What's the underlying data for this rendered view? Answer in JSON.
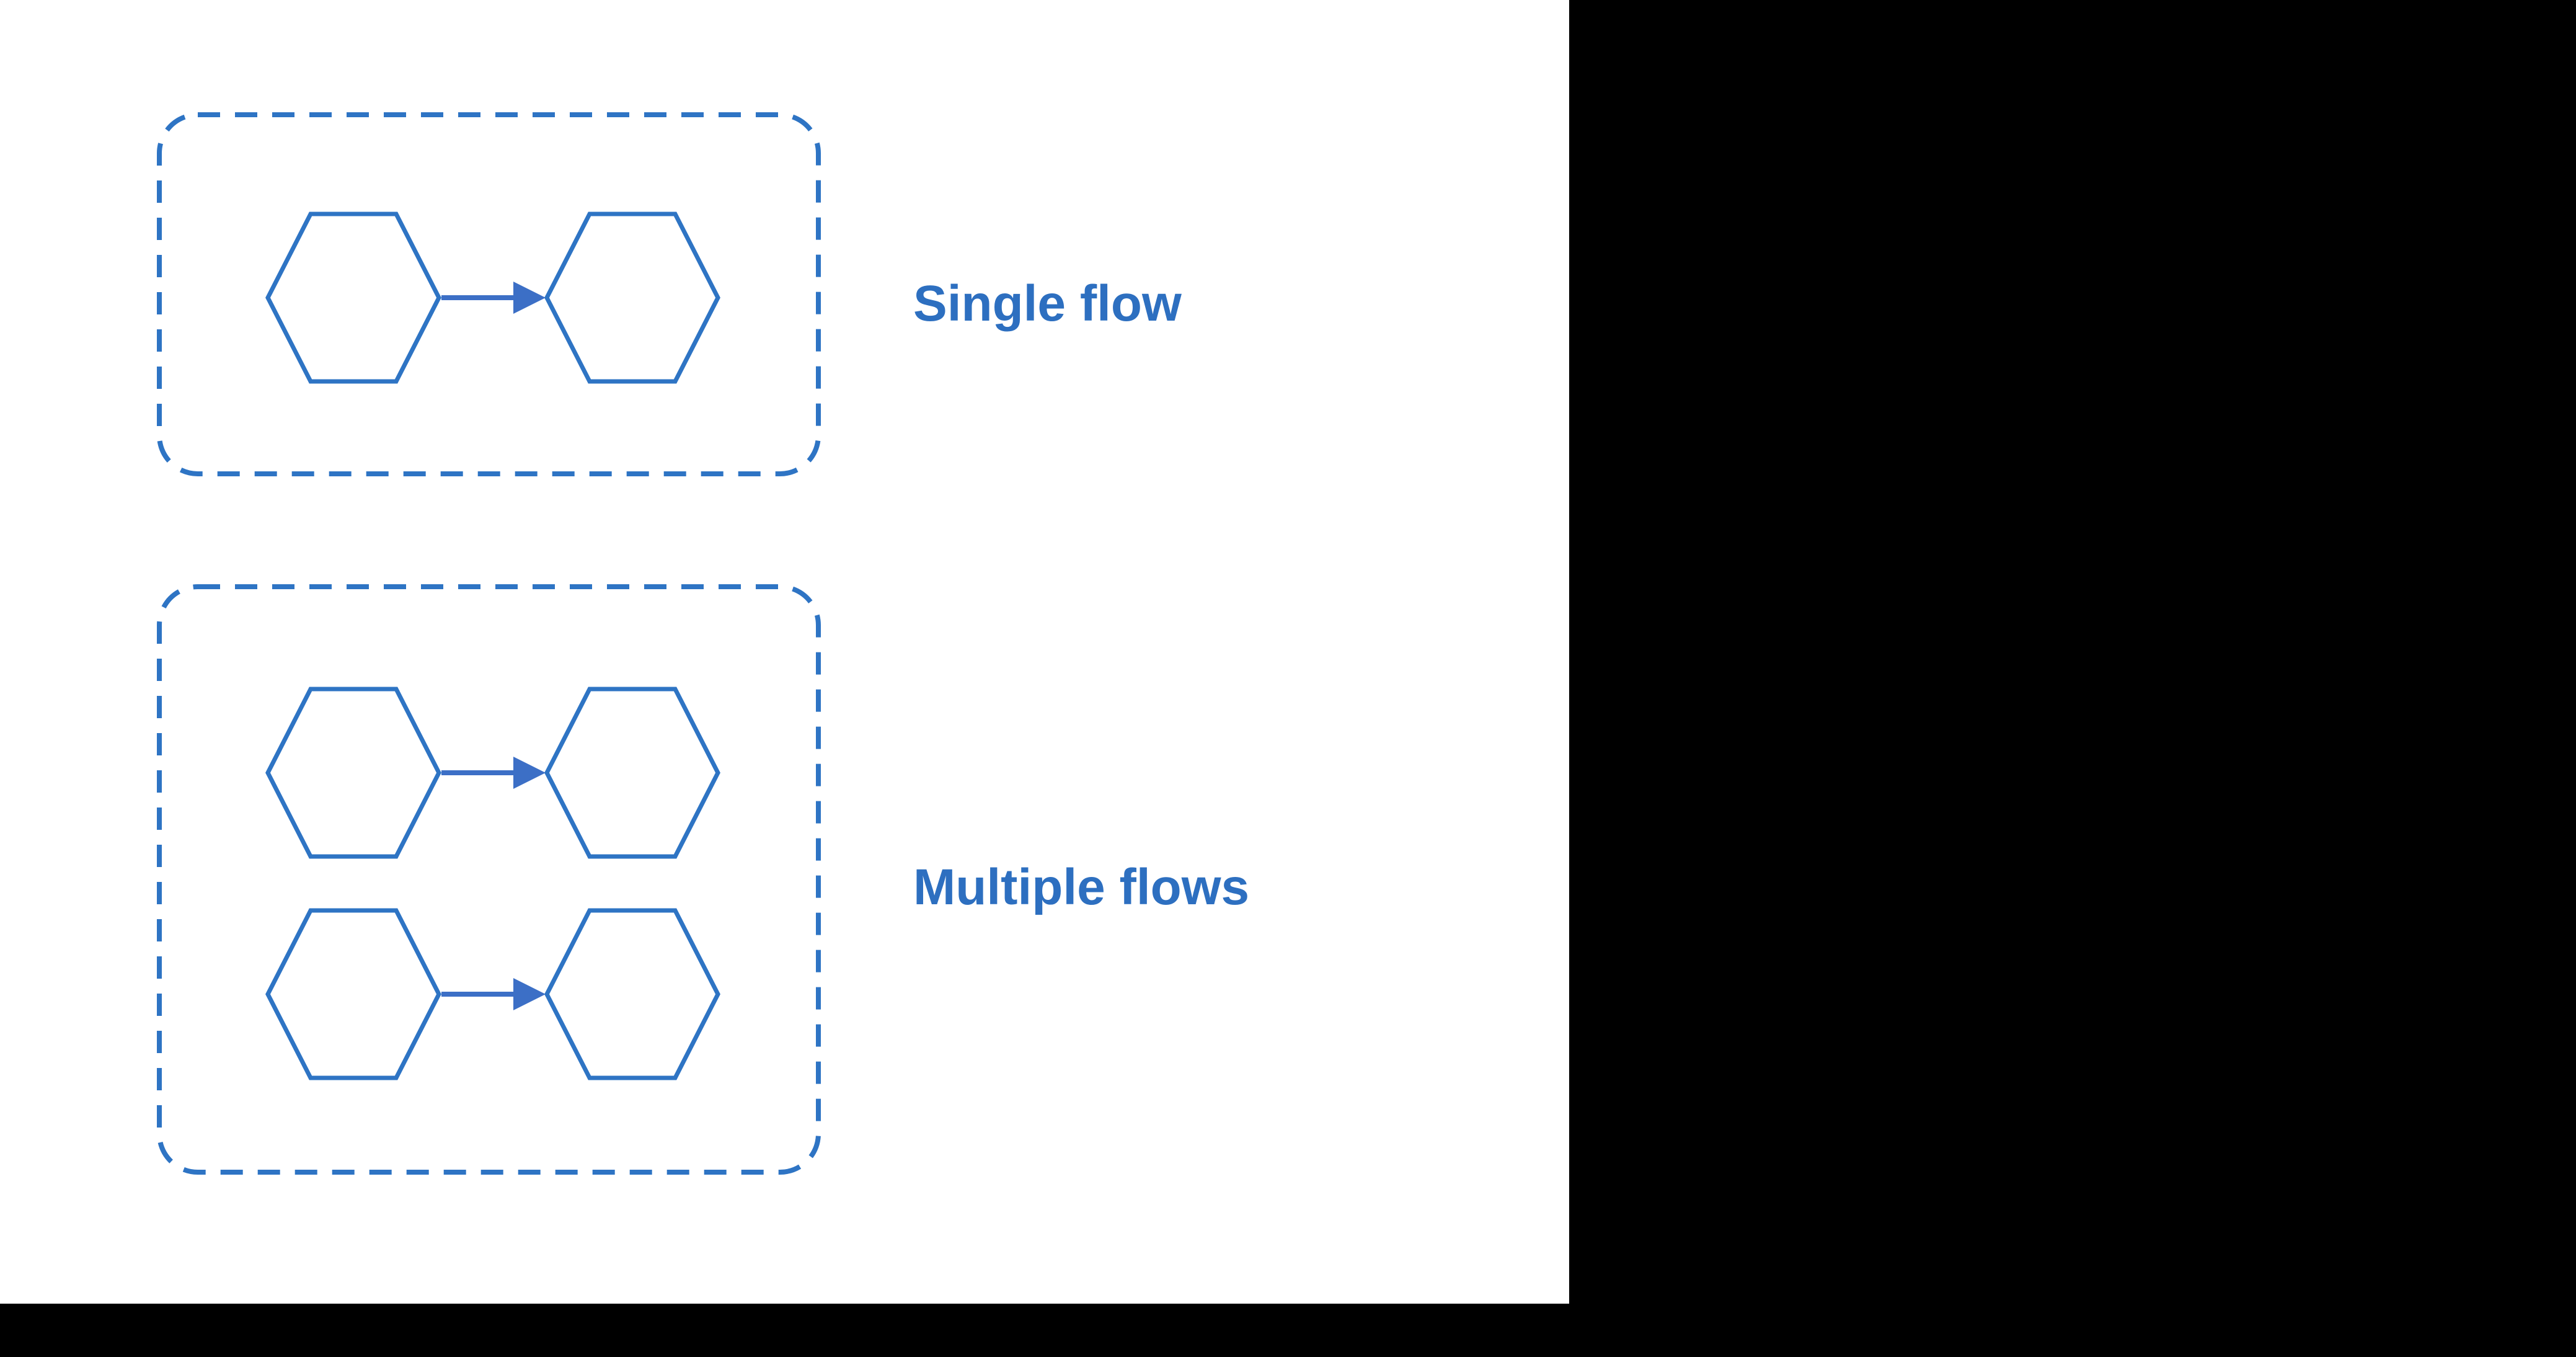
{
  "diagram": {
    "groups": [
      {
        "id": "single",
        "label": "Single flow",
        "flow_count": 1,
        "nodes_per_flow": 2,
        "node_shape": "hexagon",
        "connector": "arrow-right",
        "boundary": "dashed-rounded-rect"
      },
      {
        "id": "multiple",
        "label": "Multiple flows",
        "flow_count": 2,
        "nodes_per_flow": 2,
        "node_shape": "hexagon",
        "connector": "arrow-right",
        "boundary": "dashed-rounded-rect"
      }
    ]
  },
  "colors": {
    "shape": "#2e74c4",
    "arrow": "#3c6fc6",
    "text": "#2d6fc0",
    "background": "#ffffff",
    "letterbox": "#000000"
  }
}
